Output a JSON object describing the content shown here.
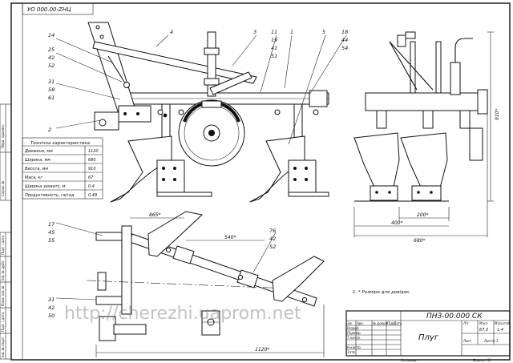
{
  "drawing_code_mirrored": "УО 000.00-ZНЦ",
  "drawing_code": "ПНЗ-00.000 СК",
  "title": "Плуг",
  "spec": {
    "heading": "Технічна характеристика",
    "rows": [
      {
        "label": "Довжина, мм",
        "value": "1120"
      },
      {
        "label": "Ширина, мм",
        "value": "680"
      },
      {
        "label": "Висота, мм",
        "value": "910"
      },
      {
        "label": "Маса, кг",
        "value": "67"
      },
      {
        "label": "Ширина захвату, м",
        "value": "0,4"
      },
      {
        "label": "Продуктивність, га/год",
        "value": "0,49"
      }
    ]
  },
  "note": "1. * Розміри для довідок.",
  "watermark": "http://cherezhi.uaprom.net",
  "callouts": {
    "front": [
      "14",
      "25",
      "42",
      "52",
      "31",
      "58",
      "61",
      "2",
      "4",
      "3",
      "11",
      "19",
      "41",
      "51",
      "1",
      "5",
      "18",
      "44",
      "54"
    ],
    "plan": [
      "17",
      "45",
      "55",
      "31",
      "42",
      "50",
      "76",
      "42",
      "52"
    ]
  },
  "dimensions": {
    "d910": "910*",
    "d200": "200*",
    "d400": "400*",
    "d680": "680*",
    "d865": "865*",
    "d540": "540*",
    "d1120": "1120*"
  },
  "title_block": {
    "scale": "1:4",
    "mass": "67,0",
    "sheet_label": "Лист",
    "sheets": "Листів 1",
    "litera": "Літ.",
    "masa": "Маса",
    "masshtab": "Масштаб",
    "copied": "Копіював",
    "format": "Формат А3",
    "rows": [
      "Зм.",
      "Арк.",
      "№ докум.",
      "Підп.",
      "Дата",
      "Розроб.",
      "Перевір.",
      "Т.контр.",
      "Н.контр.",
      "Затв."
    ]
  },
  "side_strips": [
    "Перв. примен.",
    "Справ. №",
    "Підп. і дата",
    "Інв. № дубл.",
    "Взам. інв. №",
    "Підп. і дата",
    "Інв. № подл."
  ]
}
